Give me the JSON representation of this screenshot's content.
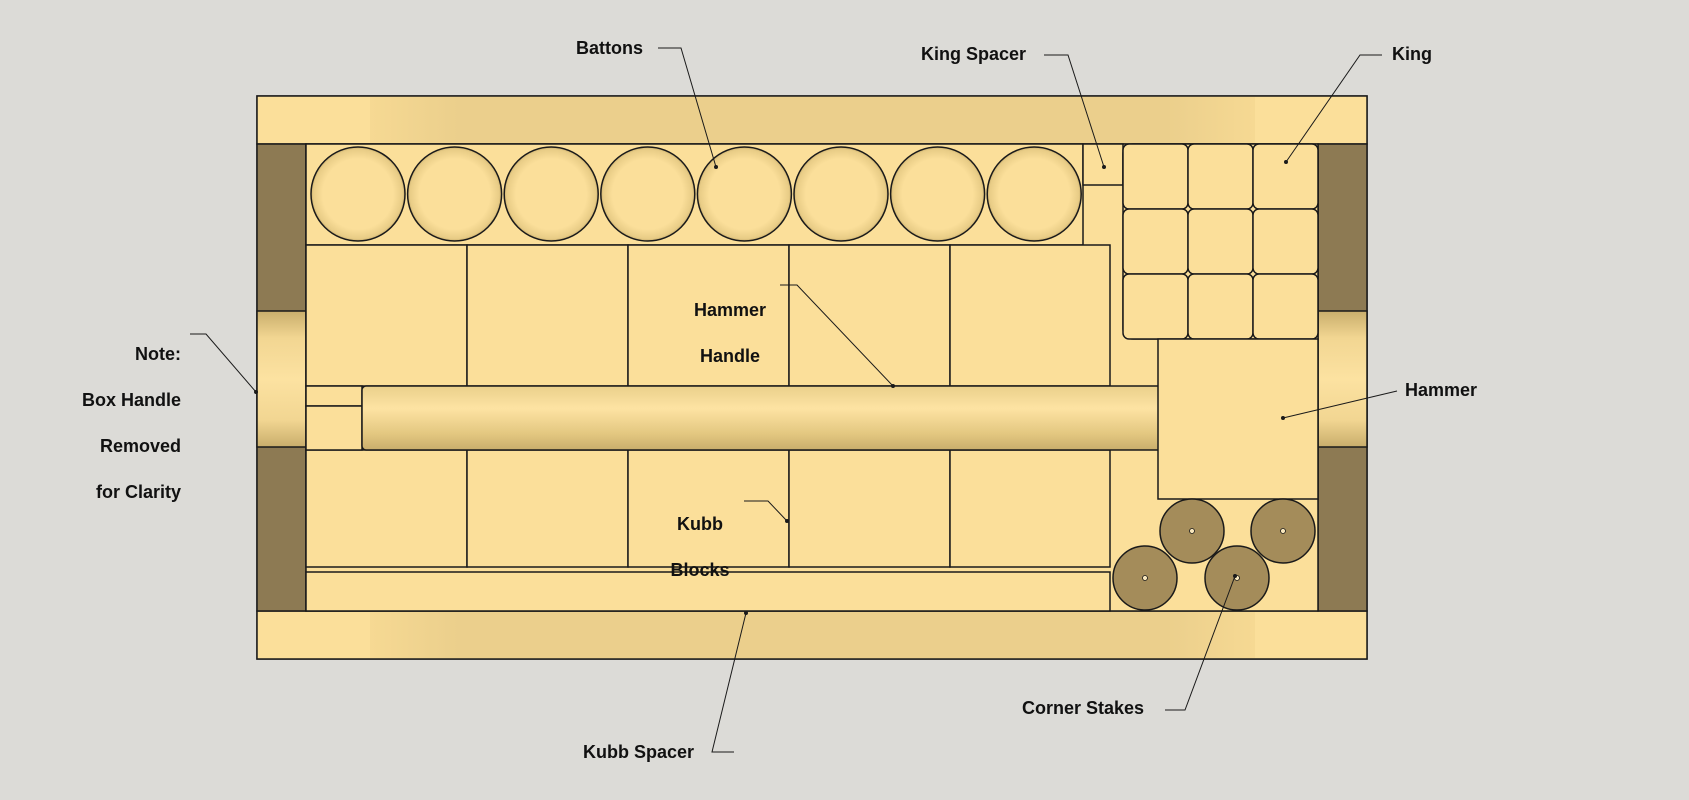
{
  "labels": {
    "battons": "Battons",
    "king_spacer": "King Spacer",
    "king": "King",
    "note": [
      "Note:",
      "Box Handle",
      "Removed",
      "for Clarity"
    ],
    "hammer_handle": [
      "Hammer",
      "Handle"
    ],
    "hammer": "Hammer",
    "kubb_blocks": [
      "Kubb",
      "Blocks"
    ],
    "corner_stakes": "Corner Stakes",
    "kubb_spacer": "Kubb Spacer"
  },
  "colors": {
    "background": "#dcdbd7",
    "wood_light": "#fbdf9a",
    "wood_mid": "#ecd18a",
    "wood_end_grain": "#8d7a53",
    "stake": "#a48c5a",
    "line": "#1a1a1a"
  },
  "counts": {
    "battons": 8,
    "king_cells": 9,
    "corner_stakes": 4,
    "kubb_blocks": 10
  }
}
